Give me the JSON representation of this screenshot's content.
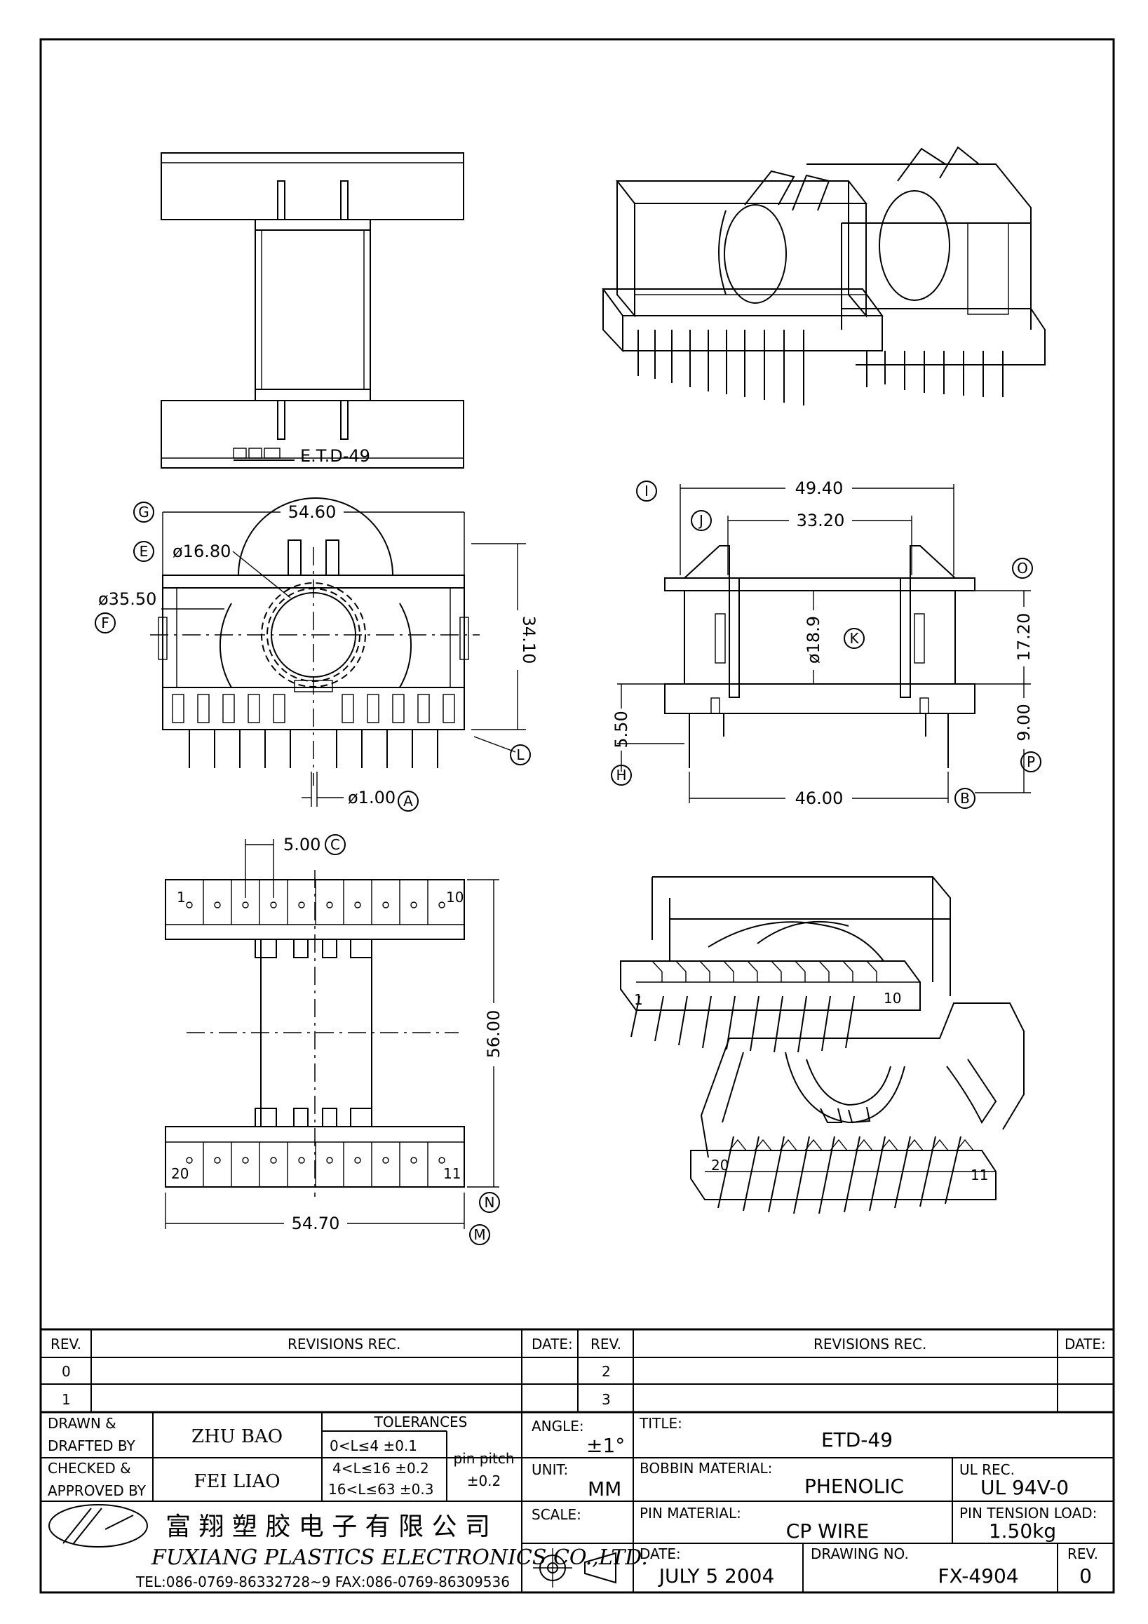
{
  "views": {
    "top": {
      "marking_text": "E.T.D-49"
    },
    "front": {
      "dims": {
        "width": "54.60",
        "inner_dia": "ø16.80",
        "outer_dia": "ø35.50",
        "height": "34.10",
        "pin_dia": "ø1.00"
      },
      "labels": {
        "g": "G",
        "e": "E",
        "f": "F",
        "l": "L",
        "a": "A"
      }
    },
    "side": {
      "dims": {
        "overall": "49.40",
        "inner": "33.20",
        "core_dia": "ø18.9",
        "flange": "17.20",
        "base": "9.00",
        "pin_len": "5.50",
        "pin_span": "46.00"
      },
      "labels": {
        "i": "I",
        "j": "J",
        "k": "K",
        "o": "O",
        "p": "P",
        "h": "H",
        "b": "B"
      }
    },
    "bottom": {
      "dims": {
        "pitch": "5.00",
        "length": "56.00",
        "width": "54.70"
      },
      "labels": {
        "c": "C",
        "n": "N",
        "m": "M"
      },
      "pins": {
        "p1": "1",
        "p10": "10",
        "p20": "20",
        "p11": "11"
      }
    },
    "iso_bottom": {
      "pins": {
        "p1": "1",
        "p10": "10",
        "p20": "20",
        "p11": "11"
      }
    }
  },
  "title_block": {
    "rev_headers": {
      "rev_left": "REV.",
      "revisions_left": "REVISIONS   REC.",
      "date_left": "DATE:",
      "rev_right": "REV.",
      "revisions_right": "REVISIONS   REC.",
      "date_right": "DATE:"
    },
    "rev_rows": {
      "r0": "0",
      "r1": "1",
      "r2": "2",
      "r3": "3"
    },
    "drawn_label_1": "DRAWN  &",
    "drawn_label_2": "DRAFTED BY",
    "drawn_by": "ZHU   BAO",
    "checked_label_1": "CHECKED  &",
    "checked_label_2": "APPROVED BY",
    "checked_by": "FEI LIAO",
    "tolerances": {
      "heading": "TOLERANCES",
      "row1": "0<L≤4    ±0.1",
      "row2": "4<L≤16  ±0.2",
      "row3": "16<L≤63  ±0.3",
      "pin_pitch_label": "pin  pitch",
      "pin_pitch_value": "±0.2"
    },
    "angle_label": "ANGLE:",
    "angle_value": "±1°",
    "unit_label": "UNIT:",
    "unit_value": "MM",
    "scale_label": "SCALE:",
    "title_label": "TITLE:",
    "title_value": "ETD-49",
    "bobbin_material_label": "BOBBIN MATERIAL:",
    "bobbin_material_value": "PHENOLIC",
    "ul_rec_label": "UL REC.",
    "ul_rec_value": "UL  94V-0",
    "pin_material_label": "PIN MATERIAL:",
    "pin_material_value": "CP  WIRE",
    "pin_tension_label": "PIN TENSION LOAD:",
    "pin_tension_value": "1.50kg",
    "date_label": "DATE:",
    "date_value": "JULY  5  2004",
    "drawing_no_label": "DRAWING NO.",
    "drawing_no_value": "FX-4904",
    "rev_label": "REV.",
    "rev_value": "0",
    "company_cn": "富 翔 塑 胶 电 子 有 限 公 司",
    "company_en": "FUXIANG PLASTICS ELECTRONICS CO.,LTD.",
    "company_tel": "TEL:086-0769-86332728~9  FAX:086-0769-86309536"
  }
}
